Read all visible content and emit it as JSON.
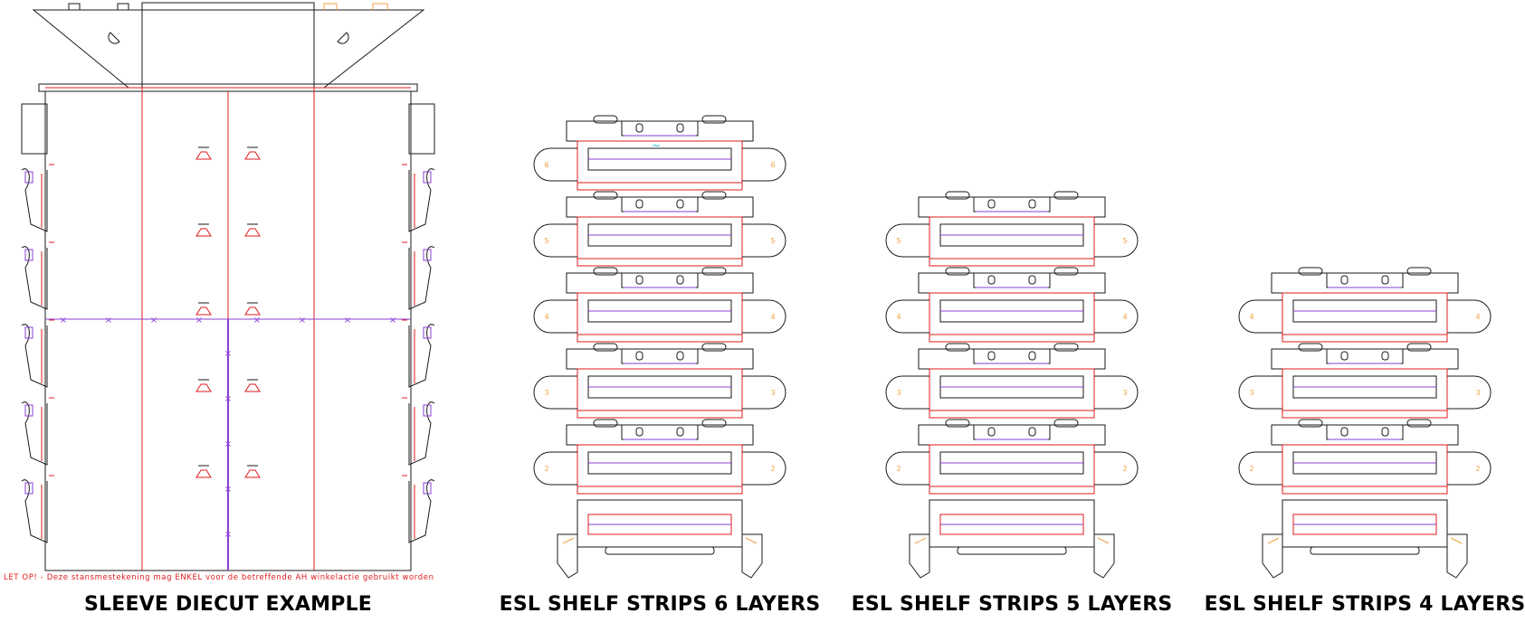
{
  "sleeve": {
    "caption": "SLEEVE DIECUT EXAMPLE",
    "warning": "LET OP! - Deze stansmestekening mag ENKEL voor de betreffende AH winkelactie gebruikt worden"
  },
  "stacks": [
    {
      "caption": "ESL SHELF STRIPS 6 LAYERS",
      "layer_numbers": [
        "6",
        "5",
        "4",
        "3",
        "2"
      ]
    },
    {
      "caption": "ESL SHELF STRIPS 5 LAYERS",
      "layer_numbers": [
        "5",
        "4",
        "3",
        "2"
      ]
    },
    {
      "caption": "ESL SHELF STRIPS 4 LAYERS",
      "layer_numbers": [
        "4",
        "3",
        "2"
      ]
    }
  ],
  "colors": {
    "cut": "#1a1a1a",
    "crease": "#e01b1b",
    "perforation": "#8a3fd6",
    "accent_orange": "#f0a040",
    "accent_cyan": "#22c6d8"
  }
}
